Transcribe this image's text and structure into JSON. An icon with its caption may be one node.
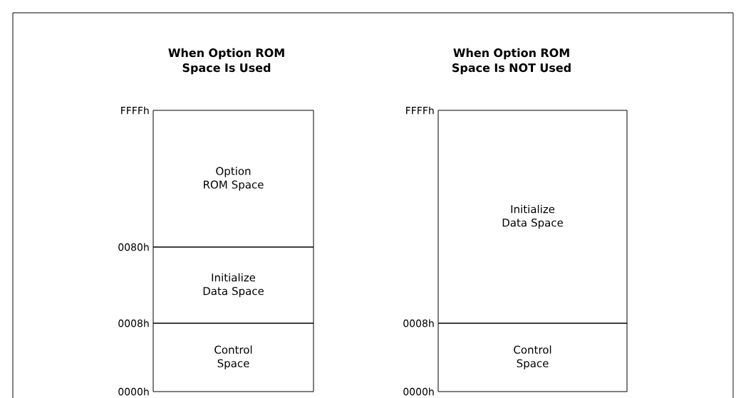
{
  "diagram": {
    "nodes": [
      {
        "text": [
          "Option ROM Space"
        ]
      },
      {
        "text": [
          "Initialize Data Space"
        ]
      },
      {
        "text": [
          "Control Space"
        ]
      },
      {
        "text": [
          "Initialize Data Space"
        ]
      },
      {
        "text": [
          "Control Space"
        ]
      }
    ],
    "labels": [
      "When Option ROM Space Is Used",
      "When Option ROM Space Is NOT Used",
      "FFFFh",
      "0080h",
      "0008h",
      "0000h",
      "FFFFh",
      "0008h",
      "0000h"
    ]
  }
}
